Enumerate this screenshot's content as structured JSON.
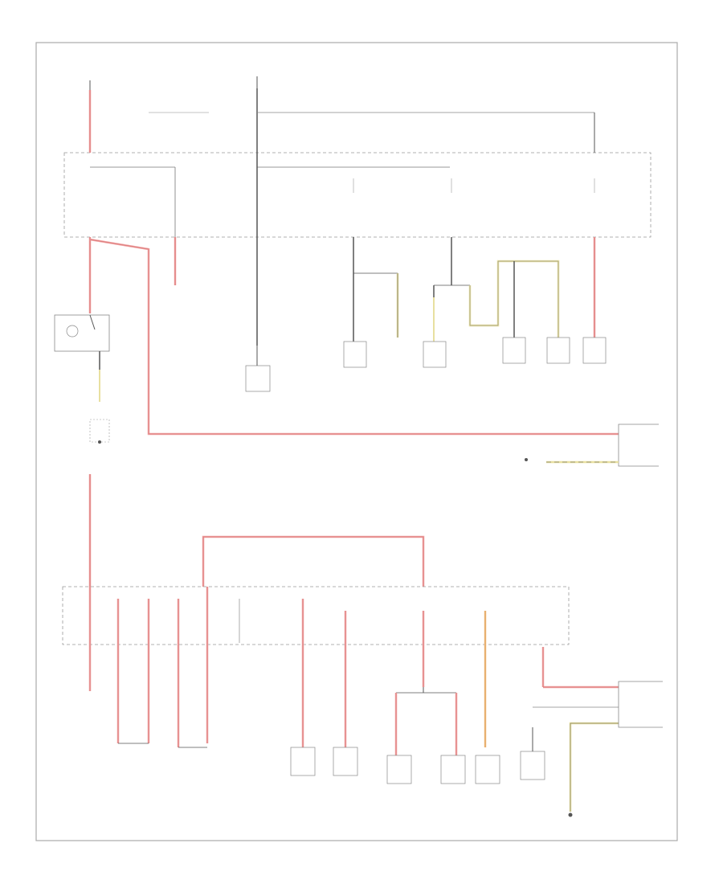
{
  "diagram": {
    "footer_id": "",
    "legend": [
      "",
      ""
    ],
    "colors": {
      "red_wire": "#f0a0a0",
      "yellow_wire": "#e8e0a0",
      "orange_wire": "#f5c080",
      "black_wire": "#555555",
      "gray_wire": "#888888",
      "frame": "#999999"
    },
    "components": [
      {
        "id": "battery-source",
        "label": ""
      },
      {
        "id": "ignition-source",
        "label": ""
      },
      {
        "id": "upper-fuse-block",
        "label": ""
      },
      {
        "id": "ignition-relay",
        "label": ""
      },
      {
        "id": "left-headlight",
        "label": ""
      },
      {
        "id": "component-a",
        "label": ""
      },
      {
        "id": "component-b",
        "label": ""
      },
      {
        "id": "clutch-sensor",
        "label": ""
      },
      {
        "id": "component-d",
        "label": ""
      },
      {
        "id": "component-e",
        "label": ""
      },
      {
        "id": "component-f",
        "label": ""
      },
      {
        "id": "right-control-unit",
        "label": ""
      },
      {
        "id": "lower-fuse-block",
        "label": ""
      },
      {
        "id": "airbag-control-unit",
        "label": ""
      },
      {
        "id": "transmission-control-unit",
        "label": ""
      },
      {
        "id": "lower-comp-1",
        "label": ""
      },
      {
        "id": "lower-comp-2",
        "label": ""
      },
      {
        "id": "lower-comp-3",
        "label": ""
      },
      {
        "id": "lower-comp-4",
        "label": ""
      },
      {
        "id": "lower-comp-5",
        "label": ""
      },
      {
        "id": "lower-comp-6",
        "label": ""
      },
      {
        "id": "lower-right-control-unit",
        "label": ""
      },
      {
        "id": "ground-point",
        "label": ""
      }
    ]
  }
}
